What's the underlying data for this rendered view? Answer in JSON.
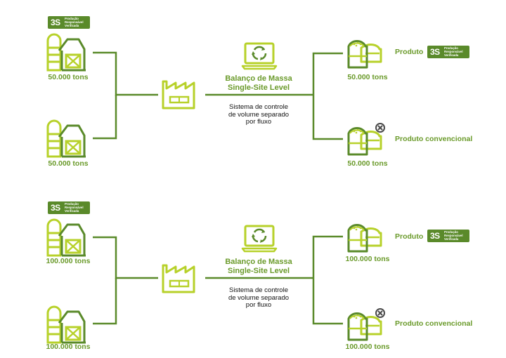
{
  "colors": {
    "line": "#5a8a2a",
    "icon_light": "#b7d12a",
    "icon_dark": "#5a8a2a",
    "badge_bg": "#5a8a2a",
    "text_green": "#6a9a2a",
    "text_dark": "#111111",
    "reject": "#4a4a4a"
  },
  "badge": {
    "big": "3S",
    "line1": "Produção",
    "line2": "Responsável",
    "line3": "Verificada"
  },
  "top": {
    "farm1_qty": "50.000 tons",
    "farm2_qty": "50.000 tons",
    "title_line1": "Balanço de Massa",
    "title_line2": "Single-Site Level",
    "desc_line1": "Sistema de controle",
    "desc_line2": "de volume separado",
    "desc_line3": "por fluxo",
    "out1_qty": "50.000 tons",
    "out1_label": "Produto",
    "out2_qty": "50.000 tons",
    "out2_label": "Produto convencional"
  },
  "bottom": {
    "farm1_qty": "100.000 tons",
    "farm2_qty": "100.000 tons",
    "title_line1": "Balanço de Massa",
    "title_line2": "Single-Site Level",
    "desc_line1": "Sistema de controle",
    "desc_line2": "de volume separado",
    "desc_line3": "por fluxo",
    "out1_qty": "100.000 tons",
    "out1_label": "Produto",
    "out2_qty": "100.000 tons",
    "out2_label": "Produto convencional"
  }
}
